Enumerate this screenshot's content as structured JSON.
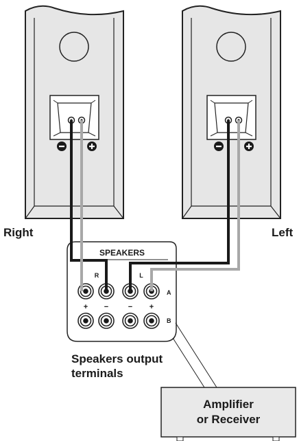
{
  "speaker_right": {
    "label": "Right"
  },
  "speaker_left": {
    "label": "Left"
  },
  "terminal_panel": {
    "title": "SPEAKERS",
    "channel_r": "R",
    "channel_l": "L",
    "row_a": "A",
    "row_b": "B",
    "plus": "+",
    "minus": "−"
  },
  "caption": {
    "line1": "Speakers output",
    "line2": "terminals"
  },
  "amplifier": {
    "line1": "Amplifier",
    "line2": "or Receiver"
  },
  "colors": {
    "cabinet_fill": "#e6e6e6",
    "cabinet_stroke": "#222222",
    "wire_dark": "#1a1a1a",
    "wire_light": "#a8a8a8",
    "amp_fill": "#e9e9e9"
  }
}
